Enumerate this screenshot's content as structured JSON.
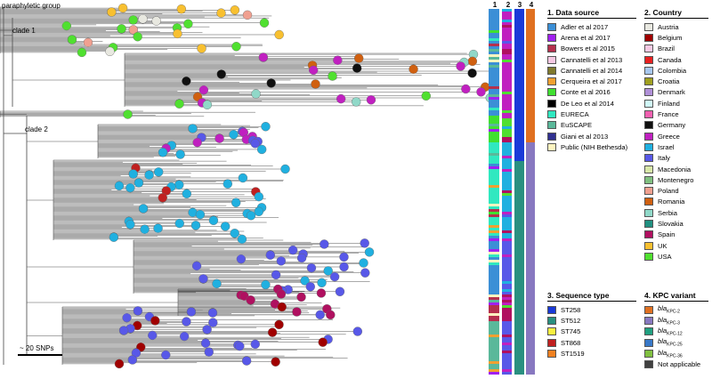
{
  "tree_labels": {
    "paraphyletic": "paraphyletic group",
    "clade1": "clade 1",
    "clade2": "clade 2",
    "scale": "~ 20 SNPs"
  },
  "column_numbers": [
    "1",
    "2",
    "3",
    "4"
  ],
  "legends": {
    "data_source": {
      "title": "1. Data source",
      "items": [
        {
          "label": "Adler et al 2017",
          "color": "#3b8fd6"
        },
        {
          "label": "Arena et al 2017",
          "color": "#a020f0"
        },
        {
          "label": "Bowers et al 2015",
          "color": "#b5304d"
        },
        {
          "label": "Cannatelli et al 2013",
          "color": "#f6c9e3"
        },
        {
          "label": "Cannatelli et al 2014",
          "color": "#807a2e"
        },
        {
          "label": "Cerqueira et al 2017",
          "color": "#f0a030"
        },
        {
          "label": "Conte et al 2016",
          "color": "#40e030"
        },
        {
          "label": "De Leo et al 2014",
          "color": "#000000"
        },
        {
          "label": "EURECA",
          "color": "#30e8c0"
        },
        {
          "label": "EuSCAPE",
          "color": "#5ab89a"
        },
        {
          "label": "Giani et al 2013",
          "color": "#303090"
        },
        {
          "label": "Public (NIH Bethesda)",
          "color": "#fff5c0"
        }
      ]
    },
    "country": {
      "title": "2. Country",
      "items": [
        {
          "label": "Austria",
          "color": "#e8e8e0"
        },
        {
          "label": "Belgium",
          "color": "#a00000"
        },
        {
          "label": "Brazil",
          "color": "#f6c9e3"
        },
        {
          "label": "Canada",
          "color": "#e82020"
        },
        {
          "label": "Colombia",
          "color": "#a8c8f0"
        },
        {
          "label": "Croatia",
          "color": "#a0a020"
        },
        {
          "label": "Denmark",
          "color": "#b090d8"
        },
        {
          "label": "Finland",
          "color": "#d0f8f8"
        },
        {
          "label": "France",
          "color": "#f060b0"
        },
        {
          "label": "Germany",
          "color": "#101010"
        },
        {
          "label": "Greece",
          "color": "#c020c0"
        },
        {
          "label": "Israel",
          "color": "#20b0e0"
        },
        {
          "label": "Italy",
          "color": "#5858e8"
        },
        {
          "label": "Macedonia",
          "color": "#d8e8a8"
        },
        {
          "label": "Montenegro",
          "color": "#80c080"
        },
        {
          "label": "Poland",
          "color": "#f0a090"
        },
        {
          "label": "Romania",
          "color": "#d06010"
        },
        {
          "label": "Serbia",
          "color": "#90d8c8"
        },
        {
          "label": "Slovakia",
          "color": "#209080"
        },
        {
          "label": "Spain",
          "color": "#b01060"
        },
        {
          "label": "UK",
          "color": "#f8c030"
        },
        {
          "label": "USA",
          "color": "#50e030"
        }
      ]
    },
    "sequence_type": {
      "title": "3. Sequence type",
      "items": [
        {
          "label": "ST258",
          "color": "#1a3ad8"
        },
        {
          "label": "ST512",
          "color": "#2a9080"
        },
        {
          "label": "ST745",
          "color": "#f8f040"
        },
        {
          "label": "ST868",
          "color": "#c02020"
        },
        {
          "label": "ST1519",
          "color": "#f08020"
        }
      ]
    },
    "kpc_variant": {
      "title": "4. KPC variant",
      "items": [
        {
          "prefix": "bla",
          "sub": "KPC-2",
          "color": "#e07020"
        },
        {
          "prefix": "bla",
          "sub": "KPC-3",
          "color": "#8878c0"
        },
        {
          "prefix": "bla",
          "sub": "KPC-12",
          "color": "#20a080"
        },
        {
          "prefix": "bla",
          "sub": "KPC-25",
          "color": "#3878c8"
        },
        {
          "prefix": "bla",
          "sub": "KPC-36",
          "color": "#80c040"
        },
        {
          "label": "Not applicable",
          "color": "#404040"
        }
      ]
    }
  }
}
